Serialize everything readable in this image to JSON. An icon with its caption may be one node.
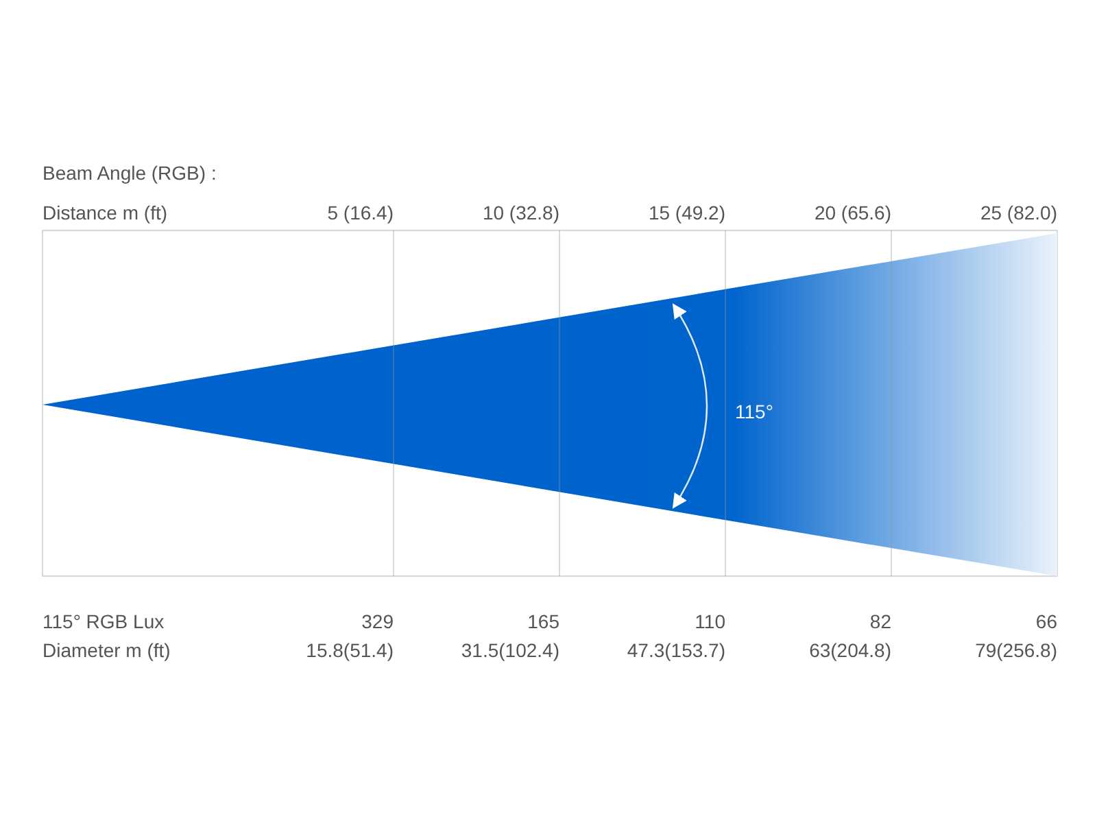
{
  "diagram": {
    "labels": [
      "Beam Angle (RGB) :",
      "Distance m (ft)",
      "5 (16.4)",
      "10 (32.8)",
      "15 (49.2)",
      "20 (65.6)",
      "25 (82.0)",
      "115°",
      "115° RGB Lux",
      "329",
      "165",
      "110",
      "82",
      "66",
      "Diameter m (ft)",
      "15.8(51.4)",
      "31.5(102.4)",
      "47.3(153.7)",
      "63(204.8)",
      "79(256.8)"
    ]
  }
}
